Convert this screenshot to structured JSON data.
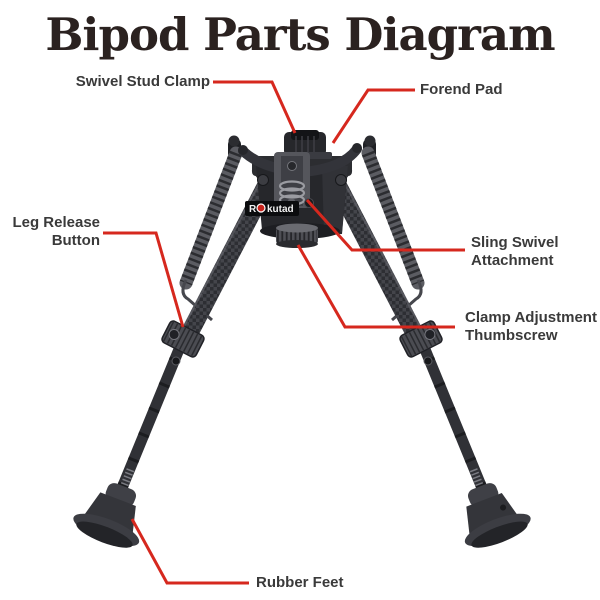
{
  "title": "Bipod Parts Diagram",
  "colors": {
    "background": "#ffffff",
    "accent_callout_red": "#d6281e",
    "label_text": "#3a3a3a",
    "title_text": "#2b2220"
  },
  "brand": {
    "prefix": "R",
    "suffix": "kutad",
    "logo": "red-dot-logo"
  },
  "callouts": [
    {
      "id": "swivel-stud-clamp",
      "label": "Swivel Stud Clamp"
    },
    {
      "id": "forend-pad",
      "label": "Forend Pad"
    },
    {
      "id": "leg-release-button",
      "label": "Leg Release Button"
    },
    {
      "id": "sling-swivel-attachment",
      "label": "Sling Swivel Attachment"
    },
    {
      "id": "clamp-adjustment-thumbscrew",
      "label": "Clamp Adjustment Thumbscrew"
    },
    {
      "id": "rubber-feet",
      "label": "Rubber Feet"
    }
  ]
}
